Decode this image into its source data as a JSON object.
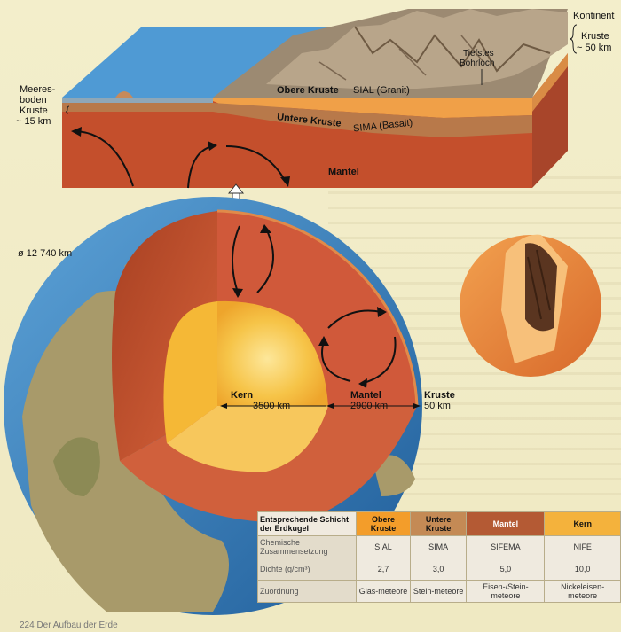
{
  "labels": {
    "kontinent": "Kontinent",
    "kruste_top": "Kruste",
    "kruste_top_km": "~ 50 km",
    "tiefstes": "Tiefstes",
    "bohrloch": "Bohrloch",
    "meeres1": "Meeres-",
    "meeres2": "boden",
    "meeres3": "Kruste",
    "meeres_km": "~ 15 km",
    "obere_kruste": "Obere Kruste",
    "sial_granit": "SIAL (Granit)",
    "untere_kruste": "Untere Kruste",
    "sima_basalt": "SIMA (Basalt)",
    "mantel_block": "Mantel",
    "diameter": "ø 12 740 km",
    "kern": "Kern",
    "kern_km": "3500 km",
    "mantel": "Mantel",
    "mantel_km": "2900 km",
    "kruste": "Kruste",
    "kruste_km": "50 km",
    "caption": "224 Der Aufbau der Erde"
  },
  "table": {
    "header": [
      "Entsprechende Schicht der Erdkugel",
      "Obere Kruste",
      "Untere Kruste",
      "Mantel",
      "Kern"
    ],
    "rows": [
      [
        "Chemische Zusammensetzung",
        "SIAL",
        "SIMA",
        "SIFEMA",
        "NIFE"
      ],
      [
        "Dichte (g/cm³)",
        "2,7",
        "3,0",
        "5,0",
        "10,0"
      ],
      [
        "Zuordnung",
        "Glas-meteore",
        "Stein-meteore",
        "Eisen-/Stein-meteore",
        "Nickeleisen-meteore"
      ]
    ]
  },
  "colors": {
    "ocean": "#2e78b8",
    "mantle": "#c8512c",
    "core": "#f5b836",
    "upper_crust": "#f0a048",
    "lower_crust": "#b8794a"
  }
}
